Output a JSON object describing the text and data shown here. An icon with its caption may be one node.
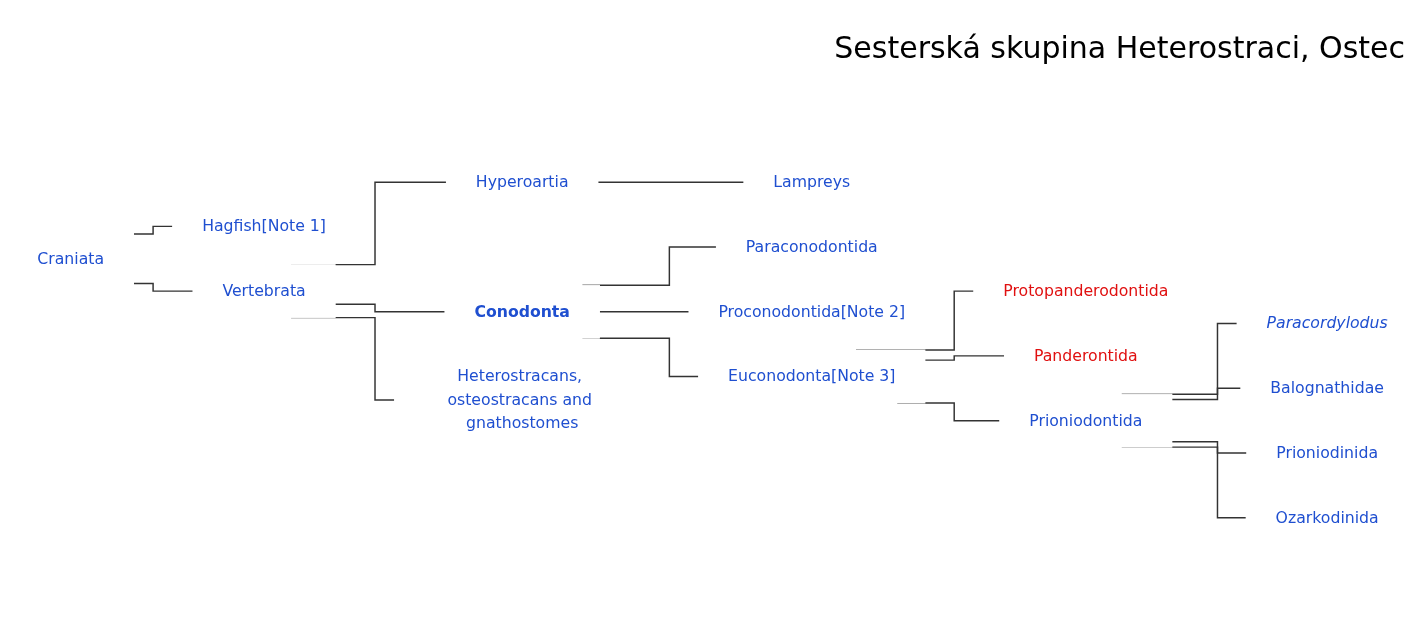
{
  "diagram": {
    "nodes": [
      {
        "text": [
          "Craniata"
        ]
      },
      {
        "text": [
          "Hagfish[Note 1]"
        ]
      },
      {
        "text": [
          "Vertebrata"
        ]
      },
      {
        "text": [
          "Hyperoartia"
        ]
      },
      {
        "text": [
          "Lampreys"
        ]
      },
      {
        "text": [
          "Conodonta"
        ]
      },
      {
        "text": [
          "Paraconodontida"
        ]
      },
      {
        "text": [
          "Proconodontida[Note 2]"
        ]
      },
      {
        "text": [
          "Euconodonta[Note 3]"
        ]
      },
      {
        "text": [
          "Protopanderodontida"
        ]
      },
      {
        "text": [
          "Panderontida"
        ]
      },
      {
        "text": [
          "Prioniodontida"
        ]
      },
      {
        "text": [
          "Paracordylodus"
        ]
      },
      {
        "text": [
          "Balognathidae"
        ]
      },
      {
        "text": [
          "Prioniodinida"
        ]
      },
      {
        "text": [
          "Ozarkodinida"
        ]
      },
      {
        "text": [
          "Heterostracans, osteostracans and gnathostomes"
        ]
      }
    ],
    "edges": [
      {
        "from": 0,
        "to": 1,
        "arrow": "none"
      },
      {
        "from": 0,
        "to": 2,
        "arrow": "none"
      },
      {
        "from": 2,
        "to": 3,
        "arrow": "none"
      },
      {
        "from": 3,
        "to": 4,
        "arrow": "none"
      },
      {
        "from": 2,
        "to": 5,
        "arrow": "none"
      },
      {
        "from": 2,
        "to": 16,
        "arrow": "none"
      },
      {
        "from": 5,
        "to": 6,
        "arrow": "none"
      },
      {
        "from": 5,
        "to": 7,
        "arrow": "none"
      },
      {
        "from": 5,
        "to": 8,
        "arrow": "none"
      },
      {
        "from": 8,
        "to": 9,
        "arrow": "none"
      },
      {
        "from": 8,
        "to": 10,
        "arrow": "none"
      },
      {
        "from": 8,
        "to": 11,
        "arrow": "none"
      },
      {
        "from": 11,
        "to": 12,
        "arrow": "none"
      },
      {
        "from": 11,
        "to": 13,
        "arrow": "none"
      },
      {
        "from": 11,
        "to": 14,
        "arrow": "none"
      },
      {
        "from": 11,
        "to": 15,
        "arrow": "none"
      }
    ],
    "labels": [
      "Sesterská skupina Heterostraci, Ostec"
    ]
  }
}
